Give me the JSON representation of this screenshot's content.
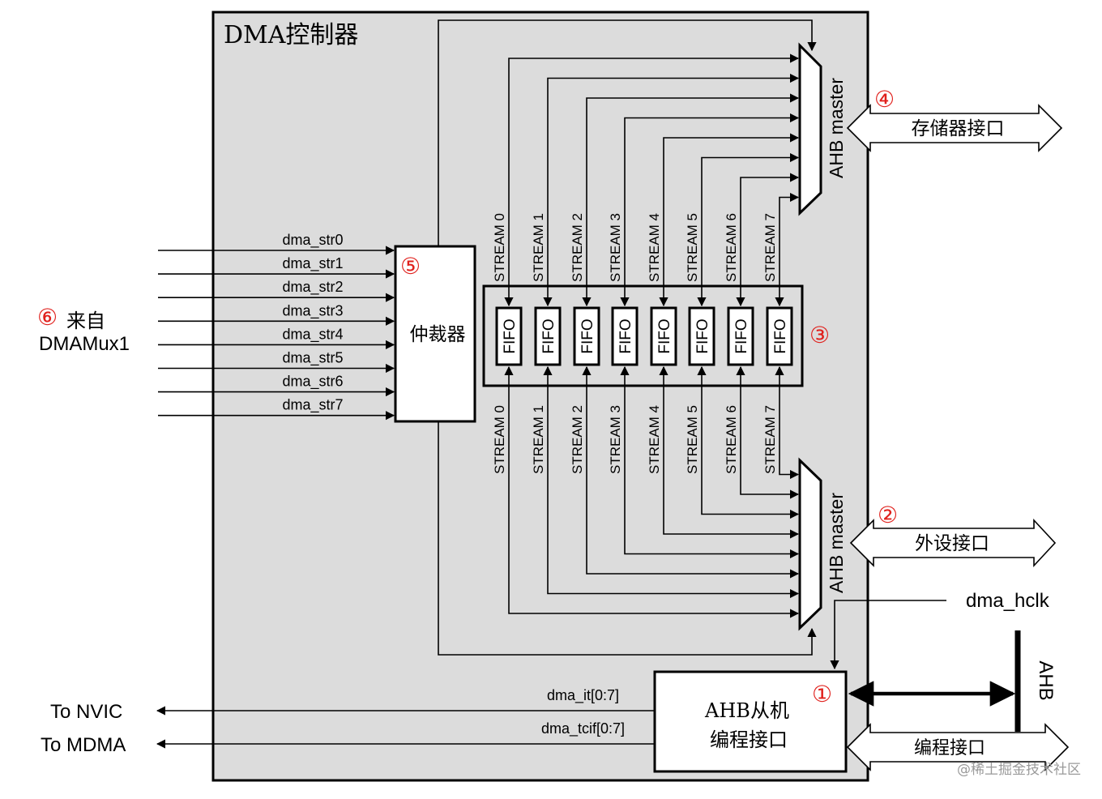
{
  "title": "DMA控制器",
  "arbiter": {
    "label": "仲裁器",
    "marker": "⑤"
  },
  "inputs": {
    "marker": "⑥",
    "from_label": "来自",
    "source": "DMAMux1",
    "signals": [
      "dma_str0",
      "dma_str1",
      "dma_str2",
      "dma_str3",
      "dma_str4",
      "dma_str5",
      "dma_str6",
      "dma_str7"
    ]
  },
  "fifo": {
    "label": "FIFO",
    "marker": "③"
  },
  "streams": [
    "STREAM 0",
    "STREAM 1",
    "STREAM 2",
    "STREAM 3",
    "STREAM 4",
    "STREAM 5",
    "STREAM 6",
    "STREAM 7"
  ],
  "memory_master": {
    "label": "AHB master",
    "marker": "④",
    "interface": "存储器接口"
  },
  "peripheral_master": {
    "label": "AHB master",
    "marker": "②",
    "interface": "外设接口"
  },
  "slave": {
    "line1": "AHB从机",
    "line2": "编程接口",
    "marker": "①",
    "interface": "编程接口"
  },
  "clock": "dma_hclk",
  "bus": "AHB",
  "outputs": [
    {
      "signal": "dma_it[0:7]",
      "target": "To NVIC"
    },
    {
      "signal": "dma_tcif[0:7]",
      "target": "To MDMA"
    }
  ],
  "watermark": "@稀土掘金技术社区",
  "colors": {
    "background": "#dcdcdc",
    "marker": "#e0201c",
    "line": "#000000"
  }
}
